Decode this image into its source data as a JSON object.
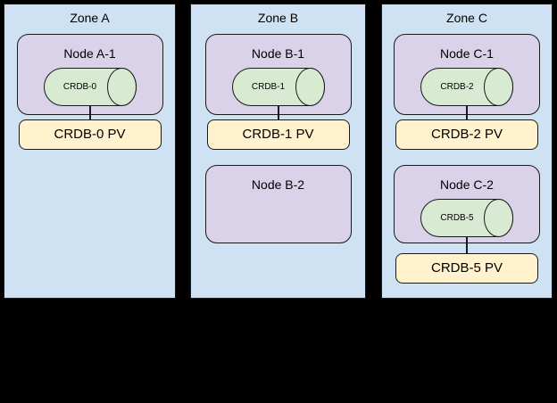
{
  "colors": {
    "background": "#000000",
    "zone_fill": "#cfe2f3",
    "node_fill": "#d9d2e9",
    "cylinder_fill": "#d9ead3",
    "pv_fill": "#fff2cc",
    "stroke": "#1a1a1a",
    "text": "#000000"
  },
  "zones": [
    {
      "label": "Zone A",
      "nodes": [
        {
          "label": "Node A-1",
          "cylinder_label": "CRDB-0",
          "pv_label": "CRDB-0 PV"
        }
      ]
    },
    {
      "label": "Zone B",
      "nodes": [
        {
          "label": "Node B-1",
          "cylinder_label": "CRDB-1",
          "pv_label": "CRDB-1 PV"
        },
        {
          "label": "Node B-2"
        }
      ]
    },
    {
      "label": "Zone C",
      "nodes": [
        {
          "label": "Node C-1",
          "cylinder_label": "CRDB-2",
          "pv_label": "CRDB-2 PV"
        },
        {
          "label": "Node C-2",
          "cylinder_label": "CRDB-5",
          "pv_label": "CRDB-5 PV"
        }
      ]
    }
  ]
}
